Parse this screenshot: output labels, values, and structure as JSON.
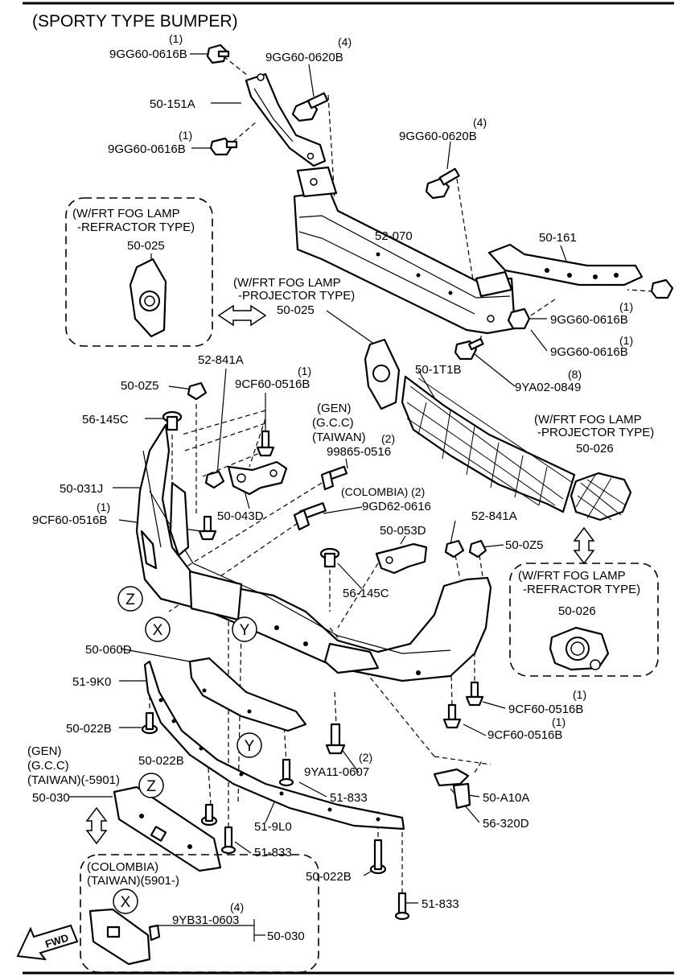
{
  "title": "(SPORTY TYPE BUMPER)",
  "parts": {
    "p_9GG60_0616B_top": {
      "code": "9GG60-0616B",
      "qty": "(1)"
    },
    "p_9GG60_0620B_top": {
      "code": "9GG60-0620B",
      "qty": "(4)"
    },
    "p_50_151A": {
      "code": "50-151A"
    },
    "p_9GG60_0616B_mid": {
      "code": "9GG60-0616B",
      "qty": "(1)"
    },
    "p_9GG60_0620B_right": {
      "code": "9GG60-0620B",
      "qty": "(4)"
    },
    "p_52_070": {
      "code": "52-070"
    },
    "p_50_161": {
      "code": "50-161"
    },
    "p_9GG60_0616B_r1": {
      "code": "9GG60-0616B",
      "qty": "(1)"
    },
    "p_9GG60_0616B_r2": {
      "code": "9GG60-0616B",
      "qty": "(1)"
    },
    "p_9YA02_0849": {
      "code": "9YA02-0849",
      "qty": "(8)"
    },
    "p_50_025_left": {
      "code": "50-025"
    },
    "p_50_025_center": {
      "code": "50-025"
    },
    "p_52_841A_left": {
      "code": "52-841A"
    },
    "p_9CF60_0516B_top": {
      "code": "9CF60-0516B",
      "qty": "(1)"
    },
    "p_50_0Z5_left": {
      "code": "50-0Z5"
    },
    "p_56_145C_left": {
      "code": "56-145C"
    },
    "p_50_1T1B": {
      "code": "50-1T1B"
    },
    "p_99865_0516": {
      "code": "99865-0516",
      "qty": "(2)"
    },
    "p_50_031J": {
      "code": "50-031J"
    },
    "p_9GD62_0616": {
      "code": "9GD62-0616",
      "qty": "(COLOMBIA) (2)"
    },
    "p_9CF60_0516B_left": {
      "code": "9CF60-0516B",
      "qty": "(1)"
    },
    "p_50_043D": {
      "code": "50-043D"
    },
    "p_50_026_right": {
      "code": "50-026"
    },
    "p_52_841A_right": {
      "code": "52-841A"
    },
    "p_50_053D": {
      "code": "50-053D"
    },
    "p_50_0Z5_right": {
      "code": "50-0Z5"
    },
    "p_56_145C_center": {
      "code": "56-145C"
    },
    "p_50_026_box": {
      "code": "50-026"
    },
    "p_50_060D": {
      "code": "50-060D"
    },
    "p_51_9K0": {
      "code": "51-9K0"
    },
    "p_50_022B_left": {
      "code": "50-022B"
    },
    "p_9CF60_0516B_r1": {
      "code": "9CF60-0516B",
      "qty": "(1)"
    },
    "p_9CF60_0516B_r2": {
      "code": "9CF60-0516B",
      "qty": "(1)"
    },
    "p_9YA11_0607": {
      "code": "9YA11-0607",
      "qty": "(2)"
    },
    "p_50_022B_mid": {
      "code": "50-022B"
    },
    "p_50_030_top": {
      "code": "50-030"
    },
    "p_51_833_a": {
      "code": "51-833"
    },
    "p_50_A10A": {
      "code": "50-A10A"
    },
    "p_51_9L0": {
      "code": "51-9L0"
    },
    "p_56_320D": {
      "code": "56-320D"
    },
    "p_51_833_b": {
      "code": "51-833"
    },
    "p_50_022B_bottom": {
      "code": "50-022B"
    },
    "p_51_833_c": {
      "code": "51-833"
    },
    "p_9YB31_0603": {
      "code": "9YB31-0603",
      "qty": "(4)"
    },
    "p_50_030_bottom": {
      "code": "50-030"
    }
  },
  "notes": {
    "fog_refractor_left": [
      "(W/FRT FOG LAMP",
      "-REFRACTOR TYPE)"
    ],
    "fog_projector_center": [
      "(W/FRT FOG LAMP",
      "-PROJECTOR TYPE)"
    ],
    "fog_projector_right": [
      "(W/FRT FOG LAMP",
      "-PROJECTOR TYPE)"
    ],
    "fog_refractor_right": [
      "(W/FRT FOG LAMP",
      "-REFRACTOR TYPE)"
    ],
    "gen_gcc_taiwan": [
      "(GEN)",
      "(G.C.C)",
      "(TAIWAN)"
    ],
    "gen_gcc_taiwan_5901": [
      "(GEN)",
      "(G.C.C)",
      "(TAIWAN)(-5901)"
    ],
    "colombia_taiwan_5901": [
      "(COLOMBIA)",
      "(TAIWAN)(5901-)"
    ]
  },
  "callouts": {
    "z": "Z",
    "x": "X",
    "y": "Y"
  },
  "fwd": "FWD"
}
